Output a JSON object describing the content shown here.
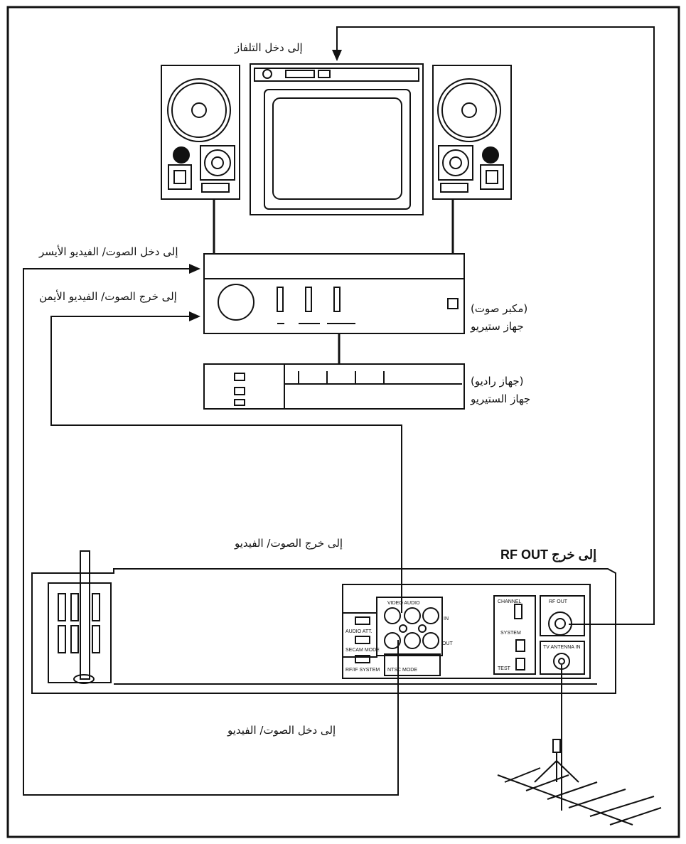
{
  "labels": {
    "tv_input": "إلى دخل التلفاز",
    "amp_audio_in": "إلى دخل الصوت/ الفيديو الأيسر",
    "amp_audio_out": "إلى خرج الصوت/ الفيديو الأيمن",
    "amplifier": "(مكبر صوت)",
    "amplifier_sub": "جهاز ستيريو",
    "tuner": "(جهاز راديو)",
    "tuner_sub": "جهاز الستيريو",
    "vcr_audio_out": "إلى خرج الصوت/ الفيديو",
    "vcr_audio_in": "إلى دخل الصوت/ الفيديو",
    "rf_out": "RF OUT إلى خرج",
    "vcr_panel": {
      "video_audio": "VIDEO AUDIO",
      "in": "IN",
      "out": "OUT",
      "rf_out": "RF OUT",
      "channel": "CHANNEL",
      "antenna_in": "TV ANTENNA IN",
      "system": "SYSTEM",
      "test": "TEST",
      "audio_att": "AUDIO ATT.",
      "secam_mode": "SECAM MODE",
      "rf_if_system": "RF/IF SYSTEM",
      "ntsc_mode": "NTSC MODE"
    }
  }
}
